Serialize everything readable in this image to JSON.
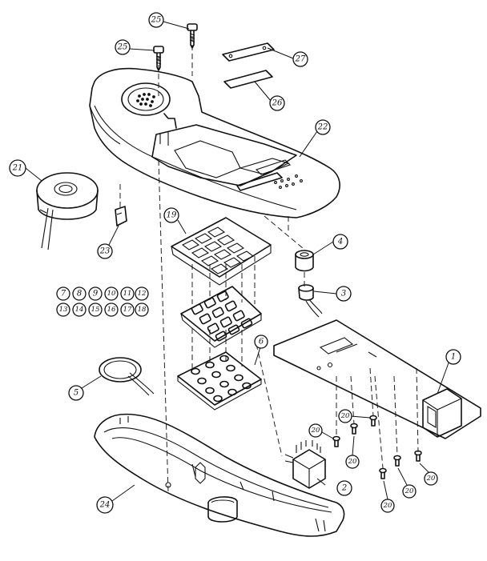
{
  "callouts": {
    "c1": "1",
    "c2": "2",
    "c3": "3",
    "c4": "4",
    "c5": "5",
    "c6": "6",
    "c7": "7",
    "c8": "8",
    "c9": "9",
    "c10": "10",
    "c11": "11",
    "c12": "12",
    "c13": "13",
    "c14": "14",
    "c15": "15",
    "c16": "16",
    "c17": "17",
    "c18": "18",
    "c19": "19",
    "c20a": "20",
    "c20b": "20",
    "c20c": "20",
    "c20d": "20",
    "c20e": "20",
    "c20f": "20",
    "c20g": "20",
    "c21": "21",
    "c22": "22",
    "c23": "23",
    "c24": "24",
    "c25a": "25",
    "c25b": "25",
    "c26": "26",
    "c27": "27"
  }
}
